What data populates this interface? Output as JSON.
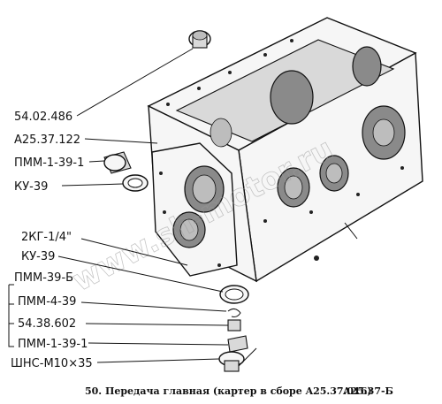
{
  "labels": [
    {
      "key": "l1",
      "text": "54.02.486"
    },
    {
      "key": "l2",
      "text": "A25.37.122"
    },
    {
      "key": "l3",
      "text": "ПММ-1-39-1"
    },
    {
      "key": "l4",
      "text": "КУ-39"
    },
    {
      "key": "l5",
      "text": "2КГ-1/4\""
    },
    {
      "key": "l6",
      "text": "КУ-39"
    },
    {
      "key": "l7",
      "text": "ПММ-39-Б"
    },
    {
      "key": "l8",
      "text": "ПММ-4-39"
    },
    {
      "key": "l9",
      "text": "54.38.602"
    },
    {
      "key": "l10",
      "text": "ПММ-1-39-1"
    },
    {
      "key": "l11",
      "text": "ШНС-М10×35"
    }
  ],
  "caption": {
    "title": "50. Передача главная (картер в сборе A25.37.016)",
    "code": "A25.37-Б"
  },
  "watermark": "www.sh-motor.ru"
}
